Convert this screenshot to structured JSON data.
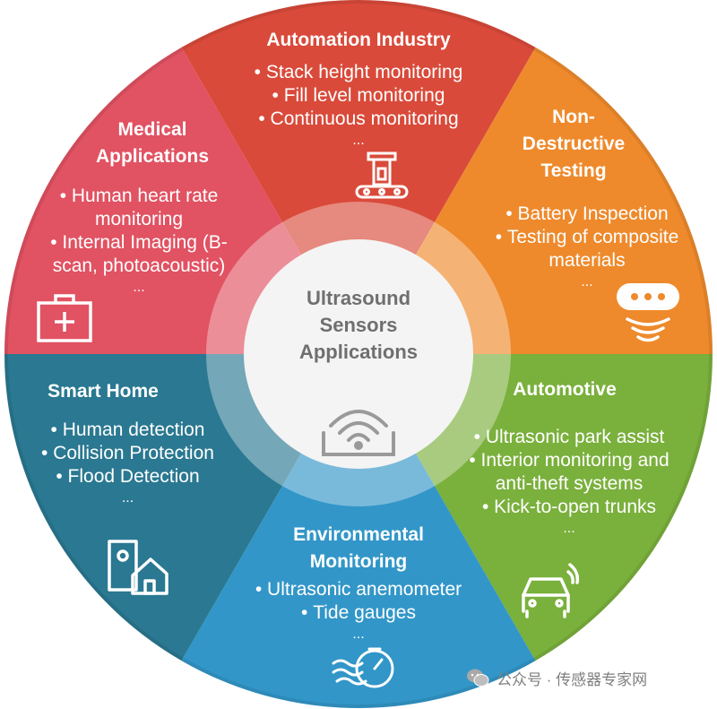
{
  "center": {
    "lines": [
      "Ultrasound",
      "Sensors",
      "Applications"
    ],
    "icon": "wireless-sensor-icon"
  },
  "segments": [
    {
      "key": "automation",
      "title": [
        "Automation Industry"
      ],
      "color": "#d94a3a",
      "bullets": [
        "Stack height monitoring",
        "Fill level monitoring",
        "Continuous monitoring"
      ],
      "more": "...",
      "icon": "factory-machine-icon"
    },
    {
      "key": "ndt",
      "title": [
        "Non-",
        "Destructive",
        "Testing"
      ],
      "color": "#ee8a2c",
      "bullets": [
        "Battery Inspection",
        "Testing of composite",
        "materials"
      ],
      "more": "...",
      "icon": "scanner-device-icon"
    },
    {
      "key": "automotive",
      "title": [
        "Automotive"
      ],
      "color": "#7ab03c",
      "bullets": [
        "Ultrasonic park assist",
        "Interior monitoring and",
        "anti-theft systems",
        "Kick-to-open trunks"
      ],
      "more": "...",
      "icon": "connected-car-icon"
    },
    {
      "key": "environmental",
      "title": [
        "Environmental",
        "Monitoring"
      ],
      "color": "#3296c8",
      "bullets": [
        "Ultrasonic anemometer",
        "Tide gauges"
      ],
      "more": "...",
      "icon": "wind-gauge-icon"
    },
    {
      "key": "smart-home",
      "title": [
        "Smart Home"
      ],
      "color": "#2a7891",
      "bullets": [
        "Human detection",
        "Collision Protection",
        "Flood Detection"
      ],
      "more": "...",
      "icon": "speaker-home-icon"
    },
    {
      "key": "medical",
      "title": [
        "Medical",
        "Applications"
      ],
      "color": "#e15262",
      "bullets": [
        "Human heart rate",
        "monitoring",
        "Internal Imaging (B-",
        "scan, photoacoustic)"
      ],
      "more": "...",
      "icon": "medical-kit-icon"
    }
  ],
  "watermark": {
    "text": "公众号 · 传感器专家网",
    "icon": "wechat-icon"
  }
}
